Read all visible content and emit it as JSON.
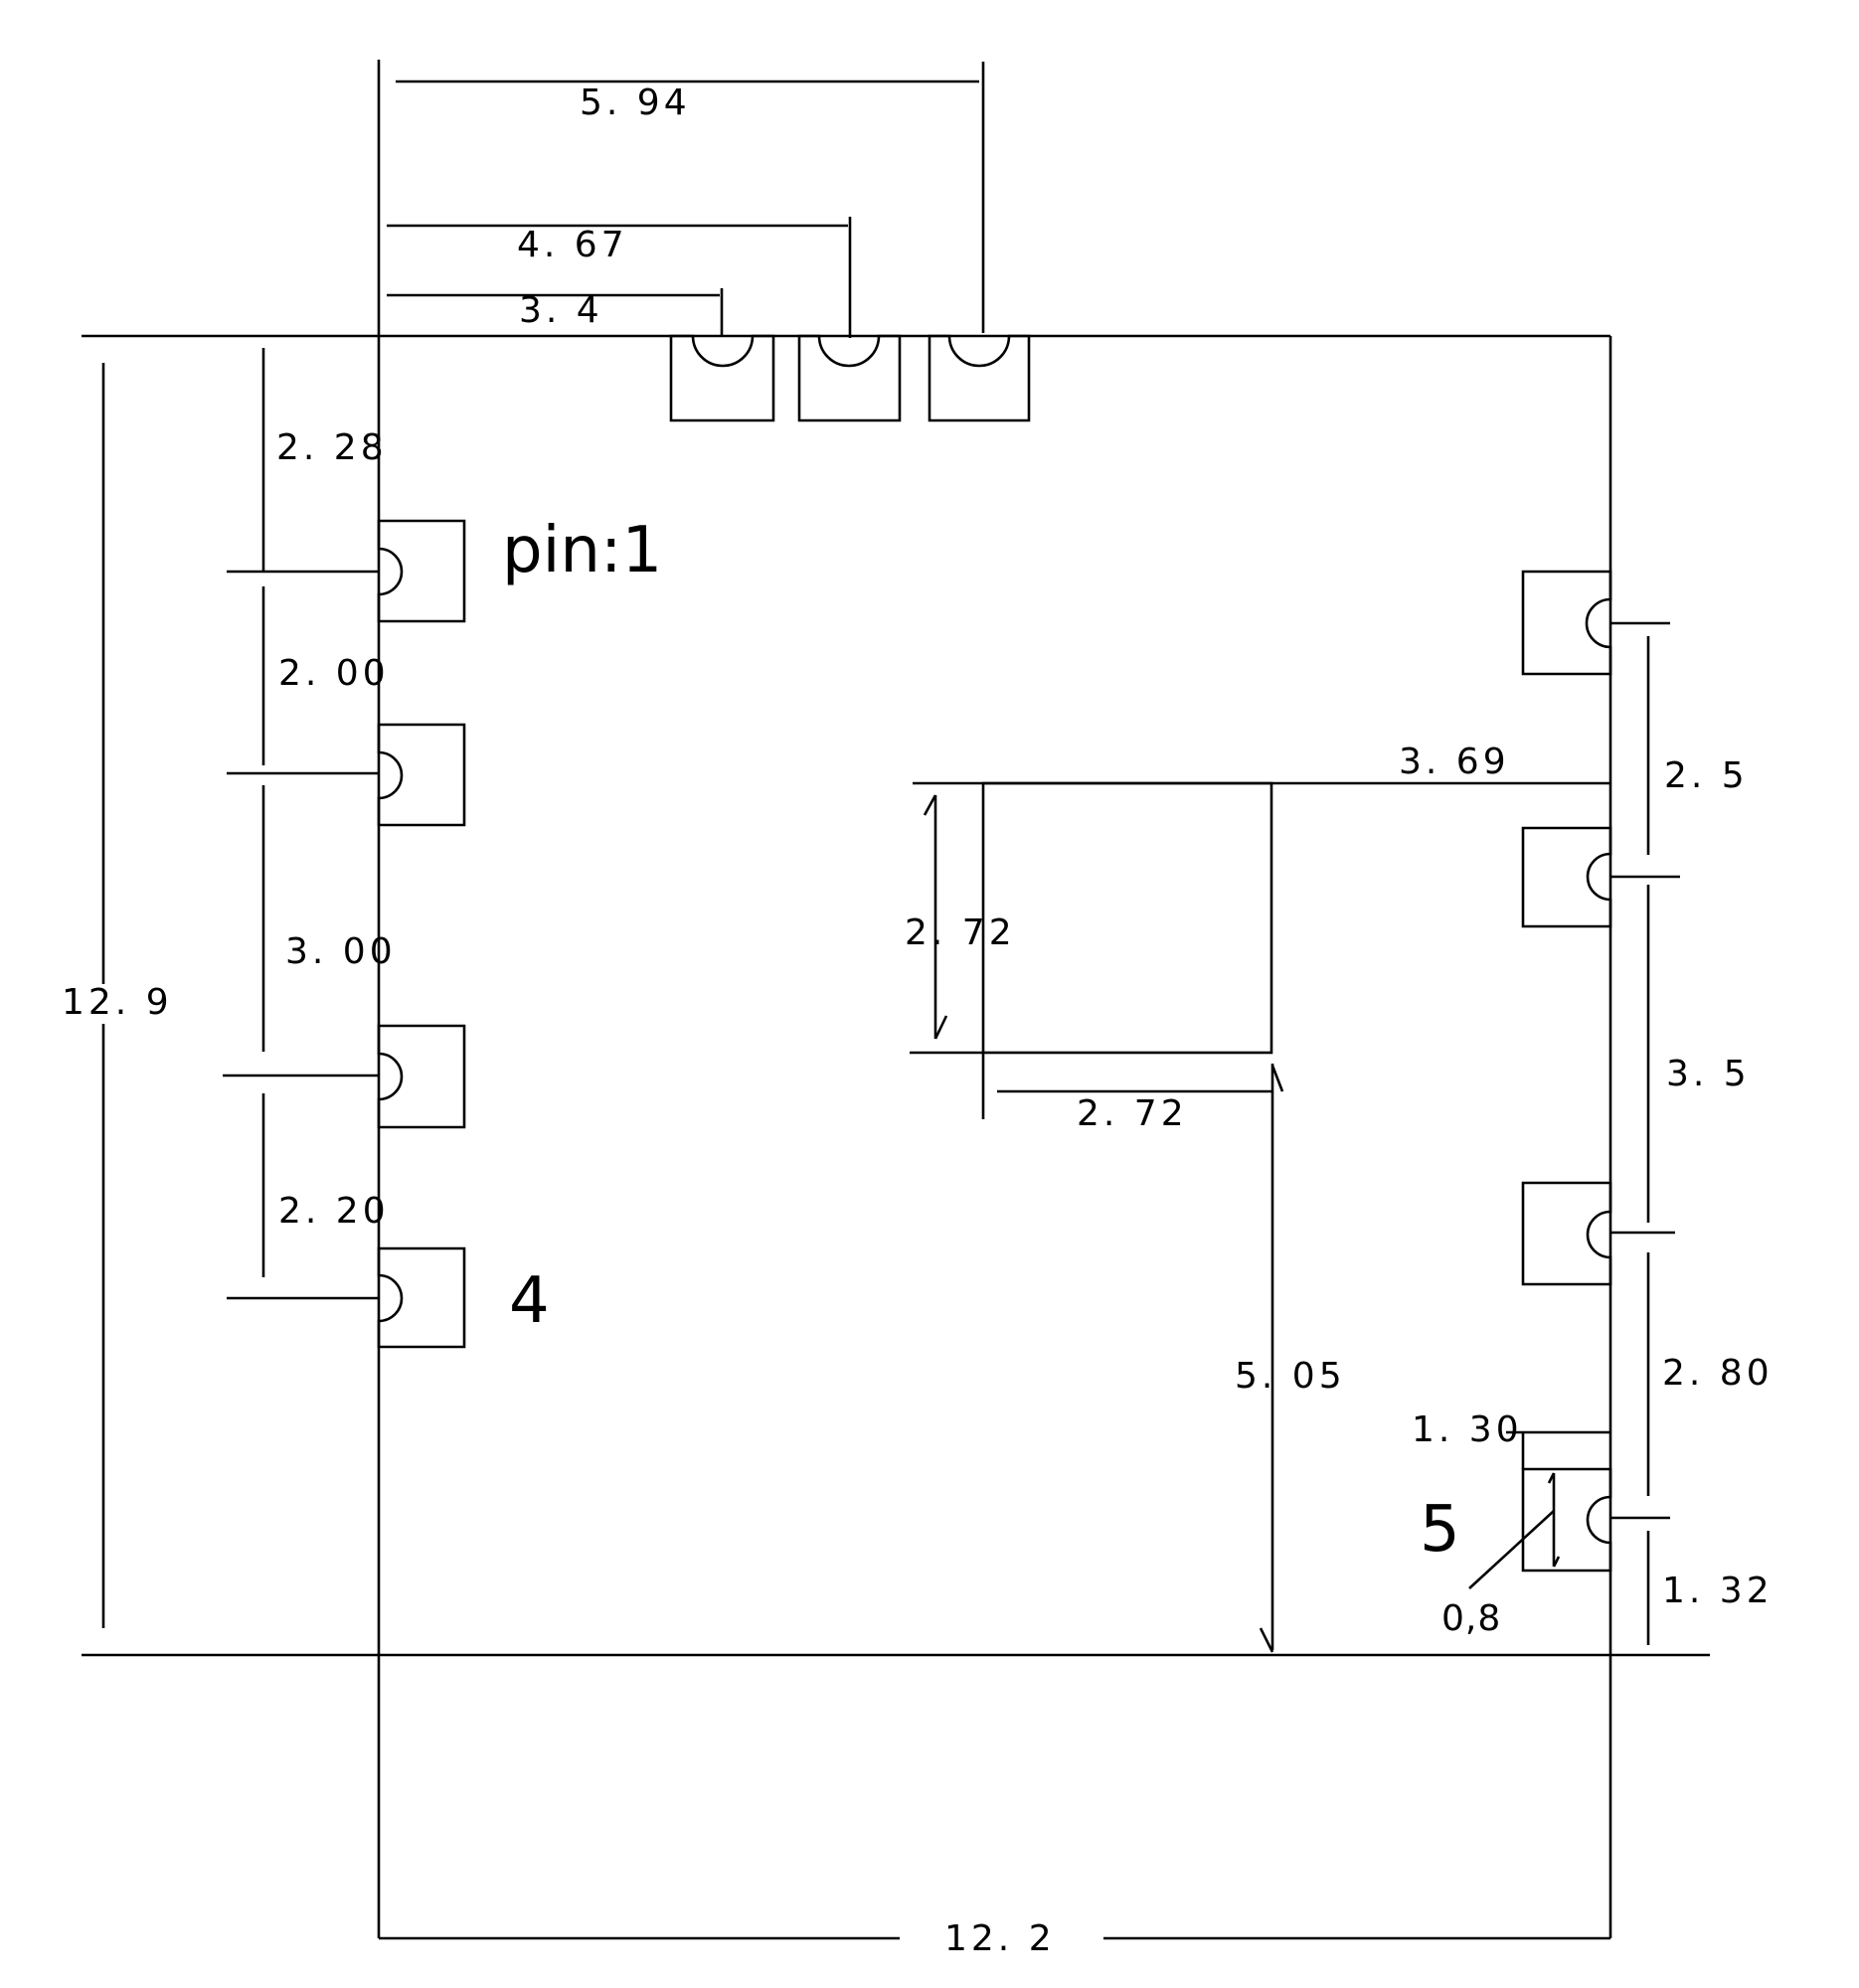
{
  "labels": {
    "pin1": "pin:1",
    "pin4": "4",
    "pin5": "5"
  },
  "dimensions": {
    "top_594": "5. 94",
    "top_467": "4. 67",
    "top_34": "3. 4",
    "left_228": "2. 28",
    "left_200": "2. 00",
    "left_300": "3. 00",
    "left_220": "2. 20",
    "overall_height": "12. 9",
    "overall_width": "12. 2",
    "square_h": "2. 72",
    "square_w": "2. 72",
    "square_right": "3. 69",
    "square_bottom": "5. 05",
    "right_25": "2. 5",
    "right_35": "3. 5",
    "right_280": "2. 80",
    "right_130": "1. 30",
    "right_132": "1. 32",
    "pad_08": "0,8"
  }
}
